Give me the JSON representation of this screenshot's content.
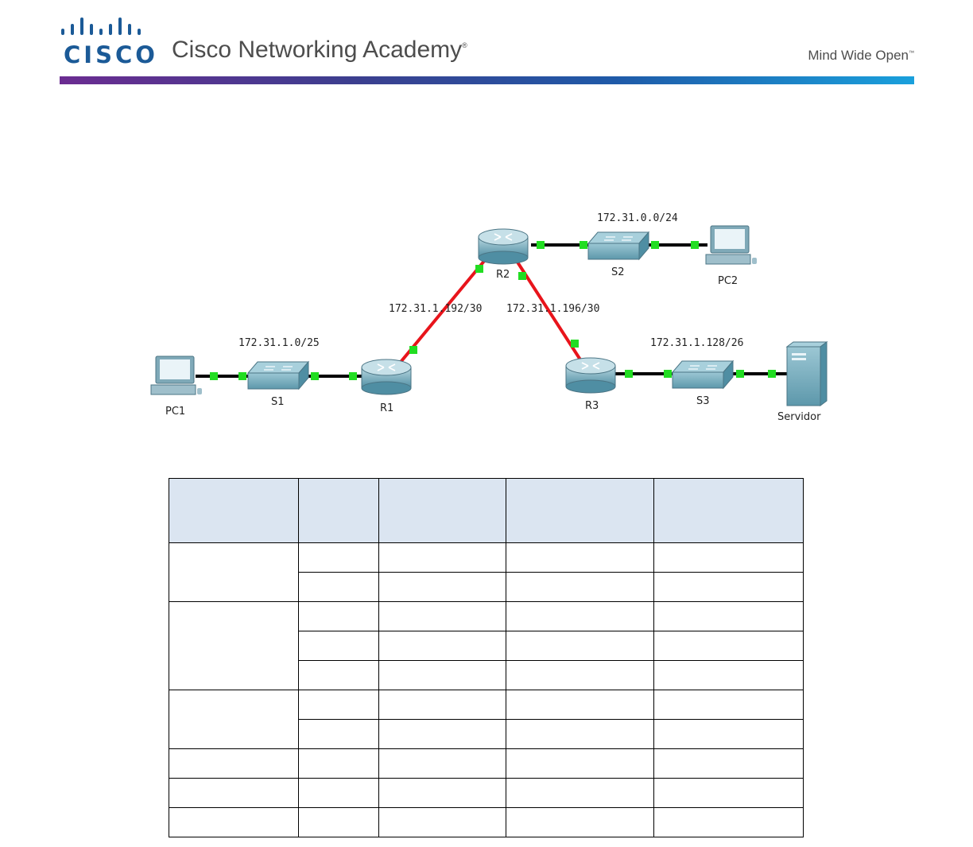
{
  "header": {
    "logo_wordmark": "CISCO",
    "title": "Cisco Networking Academy",
    "title_mark": "®",
    "tagline": "Mind Wide Open",
    "tagline_mark": "™"
  },
  "topology": {
    "devices": {
      "pc1": "PC1",
      "pc2": "PC2",
      "s1": "S1",
      "s2": "S2",
      "s3": "S3",
      "r1": "R1",
      "r2": "R2",
      "r3": "R3",
      "server": "Servidor"
    },
    "networks": {
      "lan_r2": "172.31.0.0/24",
      "lan_r1": "172.31.1.0/25",
      "wan_r1_r2": "172.31.1.192/30",
      "wan_r2_r3": "172.31.1.196/30",
      "lan_r3": "172.31.1.128/26"
    },
    "colors": {
      "ethernet_link": "#000000",
      "serial_link": "#e8141b",
      "link_status": "#22dd22",
      "device_body": "#6fa7b8"
    }
  },
  "addressing_table": {
    "headers": [
      "",
      "",
      "",
      "",
      ""
    ],
    "rows": [
      [
        "",
        "",
        "",
        "",
        ""
      ],
      [
        "",
        "",
        "",
        "",
        ""
      ],
      [
        "",
        "",
        "",
        "",
        ""
      ],
      [
        "",
        "",
        "",
        "",
        ""
      ],
      [
        "",
        "",
        "",
        "",
        ""
      ],
      [
        "",
        "",
        "",
        "",
        ""
      ],
      [
        "",
        "",
        "",
        "",
        ""
      ],
      [
        "",
        "",
        "",
        "",
        ""
      ],
      [
        "",
        "",
        "",
        "",
        ""
      ],
      [
        "",
        "",
        "",
        "",
        ""
      ]
    ],
    "header_color": "#dbe5f1"
  }
}
